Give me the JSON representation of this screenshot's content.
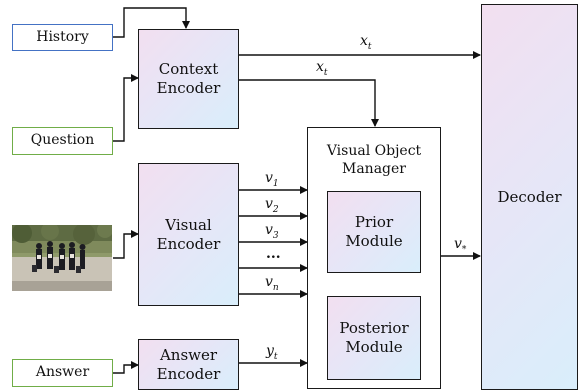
{
  "inputs": {
    "history": "History",
    "question": "Question",
    "answer": "Answer"
  },
  "encoders": {
    "context": "Context Encoder",
    "visual": "Visual Encoder",
    "answer": "Answer Encoder"
  },
  "manager": {
    "title": "Visual Object Manager",
    "prior": "Prior Module",
    "posterior": "Posterior Module"
  },
  "decoder": "Decoder",
  "edge_labels": {
    "x_t": "x",
    "x_t_sub": "t",
    "v_star": "v",
    "v_star_sub": "*",
    "y_t": "y",
    "y_t_sub": "t",
    "v_sym": "v",
    "v_subs": [
      "1",
      "2",
      "3",
      "n"
    ],
    "ellipsis": "..."
  },
  "colors": {
    "history_border": "#4472c4",
    "question_border": "#70ad47",
    "answer_border": "#70ad47",
    "gradient_start": "#f2dff0",
    "gradient_end": "#d9eefb"
  }
}
